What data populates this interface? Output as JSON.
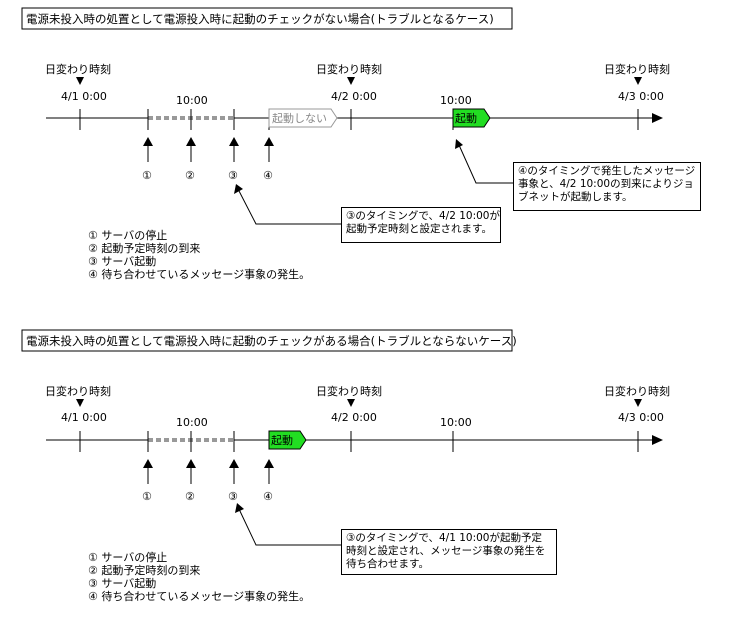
{
  "diagram1": {
    "title": "電源未投入時の処置として電源投入時に起動のチェックがない場合(トラブルとなるケース)",
    "day_change_label_1": "日変わり時刻",
    "day_change_label_2": "日変わり時刻",
    "day_change_label_3": "日変わり時刻",
    "date_1": "4/1 0:00",
    "date_2": "4/2 0:00",
    "date_3": "4/3 0:00",
    "time_1": "10:00",
    "time_2": "10:00",
    "no_start_label": "起動しない",
    "start_label": "起動",
    "markers": [
      "①",
      "②",
      "③",
      "④"
    ],
    "legend": [
      "① サーバの停止",
      "② 起動予定時刻の到来",
      "③ サーバ起動",
      "④ 待ち合わせているメッセージ事象の発生。"
    ],
    "callout_a": [
      "③のタイミングで、4/2 10:00が",
      "起動予定時刻と設定されます。"
    ],
    "callout_b": [
      "④のタイミングで発生したメッセージ",
      "事象と、4/2 10:00の到来によりジョ",
      "ブネットが起動します。"
    ]
  },
  "diagram2": {
    "title": "電源未投入時の処置として電源投入時に起動のチェックがある場合(トラブルとならないケース)",
    "day_change_label_1": "日変わり時刻",
    "day_change_label_2": "日変わり時刻",
    "day_change_label_3": "日変わり時刻",
    "date_1": "4/1 0:00",
    "date_2": "4/2 0:00",
    "date_3": "4/3 0:00",
    "time_1": "10:00",
    "time_2": "10:00",
    "start_label": "起動",
    "markers": [
      "①",
      "②",
      "③",
      "④"
    ],
    "legend": [
      "① サーバの停止",
      "② 起動予定時刻の到来",
      "③ サーバ起動",
      "④ 待ち合わせているメッセージ事象の発生。"
    ],
    "callout_a": [
      "③のタイミングで、4/1 10:00が起動予定",
      "時刻と設定され、メッセージ事象の発生を",
      "待ち合わせます。"
    ]
  },
  "colors": {
    "start_fill": "#22dd22",
    "dotted_segment": "#999999",
    "no_start_stroke": "#999999"
  }
}
